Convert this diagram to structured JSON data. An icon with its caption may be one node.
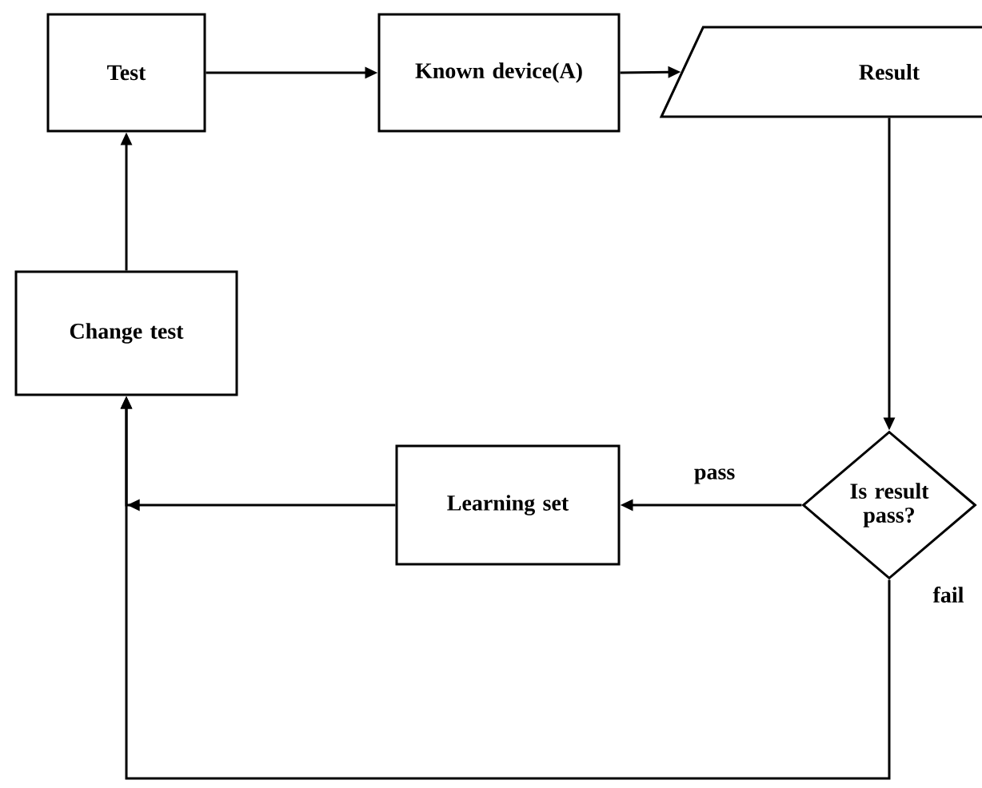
{
  "diagram": {
    "nodes": [
      {
        "text": [
          "Test"
        ]
      },
      {
        "text": [
          "Known device(A)"
        ]
      },
      {
        "text": [
          "Result"
        ]
      },
      {
        "text": [
          "Change test"
        ]
      },
      {
        "text": [
          "Learning set"
        ]
      },
      {
        "text": [
          "Is result pass?"
        ]
      }
    ],
    "edges": [
      {
        "from": 0,
        "to": 1,
        "arrow": "to"
      },
      {
        "from": 1,
        "to": 2,
        "arrow": "to"
      },
      {
        "from": 2,
        "to": 5,
        "arrow": "to"
      },
      {
        "from": 5,
        "to": 4,
        "arrow": "to",
        "label": "pass"
      },
      {
        "from": 4,
        "to": 3,
        "arrow": "to"
      },
      {
        "from": 5,
        "to": 3,
        "arrow": "to",
        "label": "fail"
      },
      {
        "from": 3,
        "to": 0,
        "arrow": "to"
      }
    ]
  }
}
